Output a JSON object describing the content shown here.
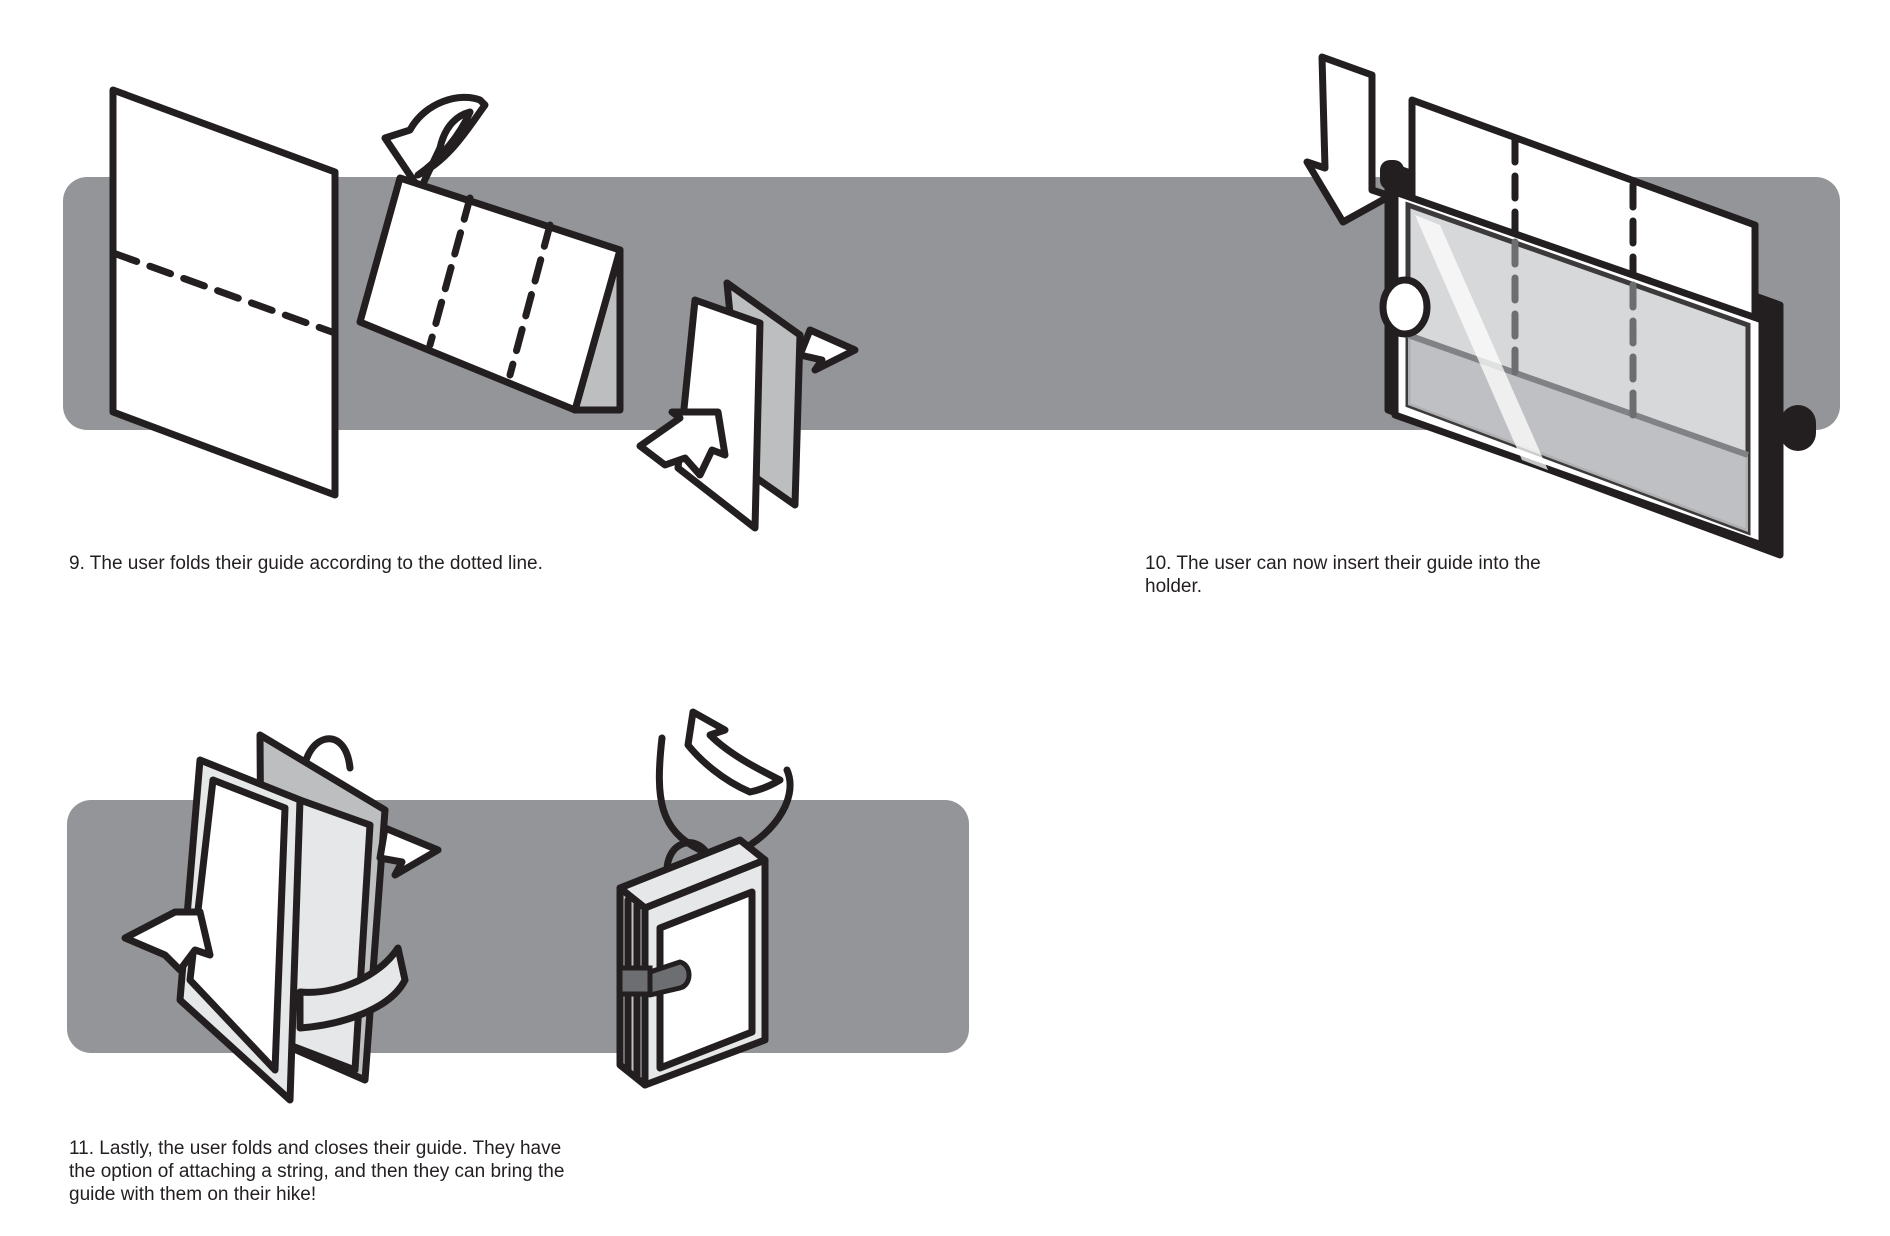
{
  "colors": {
    "band": "#939598",
    "ink": "#231f20",
    "paper": "#ffffff",
    "paper_shade": "#e6e7e8",
    "paper_mid": "#bcbec0",
    "glass": "#d1d3d4"
  },
  "steps": [
    {
      "caption": "9. The user folds their guide according to the dotted line."
    },
    {
      "caption": "10. The user can now insert their guide into the\nholder."
    },
    {
      "caption": "11. Lastly, the user folds and closes their guide. They have\nthe option of attaching a string, and then they can bring the\nguide with them on their hike!"
    }
  ],
  "icons": {
    "step9": [
      "flat-sheet-icon",
      "rotate-arrow-icon",
      "folded-tent-icon",
      "fold-arrow-icon"
    ],
    "step10": [
      "down-arrow-icon",
      "guide-insert-icon",
      "holder-frame-icon"
    ],
    "step11": [
      "folding-booklet-icon",
      "fold-arrow-icon",
      "closed-holder-icon",
      "rotate-arrow-icon"
    ]
  }
}
